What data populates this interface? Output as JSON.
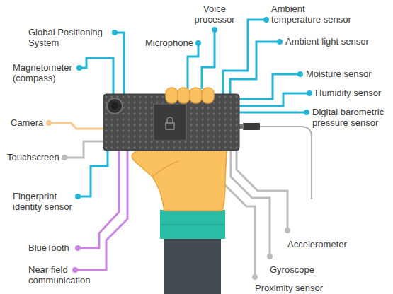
{
  "diagram": {
    "labels": [
      "Global Positioning System",
      "Voice processor",
      "Ambient temperature sensor",
      "Microphone",
      "Ambient light sensor",
      "Magnetometer (compass)",
      "Moisture sensor",
      "Humidity sensor",
      "Camera",
      "Digital barometric pressure sensor",
      "Touchscreen",
      "Fingerprint identity sensor",
      "BlueTooth",
      "Accelerometer",
      "Near field communication",
      "Gyroscope",
      "Proximity sensor"
    ]
  }
}
